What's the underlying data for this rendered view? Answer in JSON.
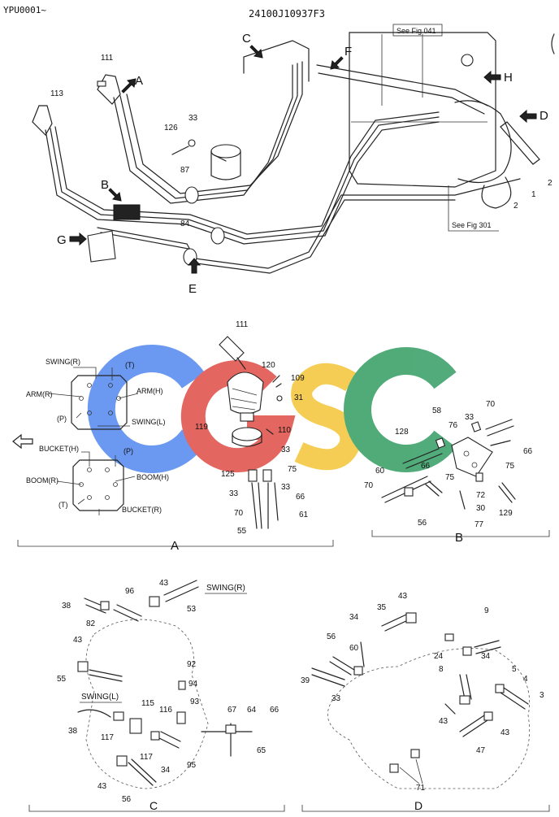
{
  "header": {
    "page_code": "YPU0001~",
    "drawing_number": "24100J10937F3"
  },
  "references": {
    "fig_041": "See Fig 041",
    "fig_301": "See Fig 301"
  },
  "view_letters": {
    "a": "A",
    "b": "B",
    "c": "C",
    "d": "D",
    "e": "E",
    "f": "F",
    "g": "G",
    "h": "H"
  },
  "watermark": {
    "text": "CGSC",
    "colors": [
      "#5b8ef0",
      "#e0574f",
      "#f5c842",
      "#3fa26b"
    ]
  },
  "top_numbers": [
    "111",
    "113",
    "126",
    "33",
    "87",
    "84",
    "2",
    "1",
    "2"
  ],
  "detail_a": {
    "label": "A",
    "ports_upper": {
      "swing_r": "SWING(R)",
      "t": "(T)",
      "arm_r": "ARM(R)",
      "arm_h": "ARM(H)",
      "p": "(P)",
      "swing_l": "SWING(L)"
    },
    "ports_lower": {
      "bucket_h": "BUCKET(H)",
      "p": "(P)",
      "boom_r": "BOOM(R)",
      "boom_h": "BOOM(H)",
      "t": "(T)",
      "bucket_r": "BUCKET(R)"
    },
    "numbers": [
      "111",
      "120",
      "109",
      "31",
      "119",
      "110",
      "33",
      "125",
      "75",
      "33",
      "33",
      "66",
      "70",
      "61",
      "55"
    ]
  },
  "detail_b": {
    "label": "B",
    "numbers": [
      "70",
      "58",
      "33",
      "128",
      "76",
      "66",
      "66",
      "75",
      "60",
      "70",
      "75",
      "72",
      "56",
      "30",
      "129",
      "77"
    ]
  },
  "detail_c": {
    "label": "C",
    "swing_r": "SWING(R)",
    "swing_l": "SWING(L)",
    "numbers": [
      "43",
      "38",
      "96",
      "53",
      "82",
      "43",
      "92",
      "55",
      "94",
      "115",
      "116",
      "93",
      "67",
      "64",
      "66",
      "38",
      "117",
      "117",
      "95",
      "65",
      "34",
      "43",
      "56"
    ]
  },
  "detail_d": {
    "label": "D",
    "numbers": [
      "43",
      "35",
      "9",
      "34",
      "56",
      "60",
      "24",
      "34",
      "8",
      "5",
      "39",
      "33",
      "4",
      "3",
      "43",
      "43",
      "47",
      "71"
    ]
  }
}
